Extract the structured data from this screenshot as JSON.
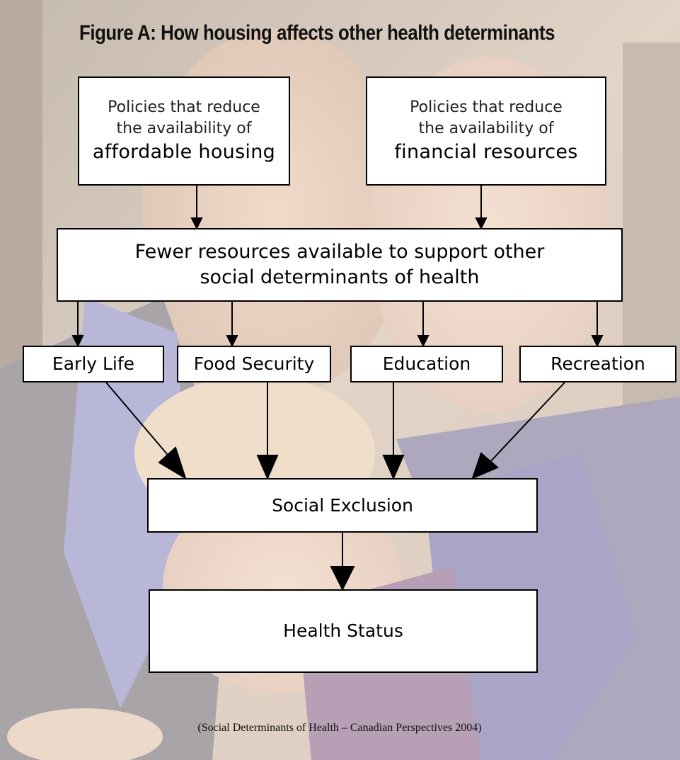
{
  "figure": {
    "title": "Figure A: How housing affects other health determinants"
  },
  "nodes": {
    "policy_housing": {
      "line1": "Policies that reduce",
      "line2": "the availability of",
      "line3": "affordable housing"
    },
    "policy_financial": {
      "line1": "Policies that reduce",
      "line2": "the availability of",
      "line3": "financial resources"
    },
    "fewer_resources": {
      "line1": "Fewer resources available to support other",
      "line2": "social determinants of health"
    },
    "determinants": [
      "Early Life",
      "Food Security",
      "Education",
      "Recreation"
    ],
    "social_exclusion": "Social Exclusion",
    "health_status": "Health Status"
  },
  "caption": "(Social Determinants of Health – Canadian Perspectives 2004)",
  "colors": {
    "box_fill": "#ffffff",
    "box_border": "#000000",
    "arrow": "#000000"
  }
}
